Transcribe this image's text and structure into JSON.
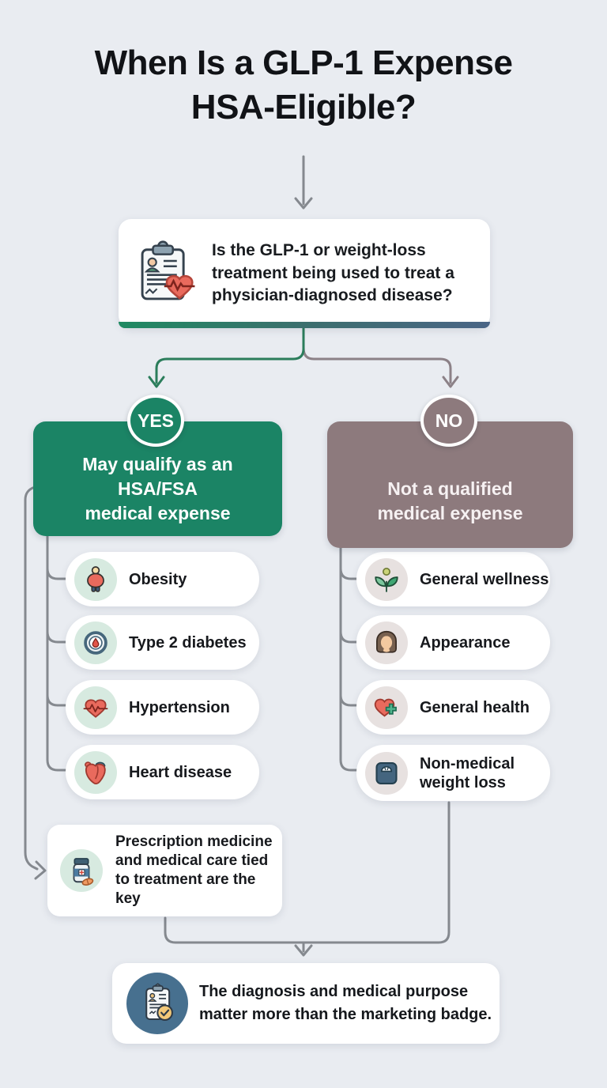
{
  "title": {
    "line1": "When Is a GLP-1 Expense",
    "line2": "HSA-Eligible?"
  },
  "question_card": {
    "icon": "clipboard-heart-icon",
    "text": "Is the GLP-1 or weight-loss treatment being used to treat a physician-diagnosed disease?",
    "lines": [
      "Is the GLP-1 or weight-loss",
      "treatment being used to treat a",
      "physician-diagnosed disease?"
    ]
  },
  "yes_branch": {
    "badge": "YES",
    "box_text": "May qualify as an HSA/FSA medical expense",
    "box_lines": [
      "May qualify as an",
      "HSA/FSA",
      "medical expense"
    ],
    "color": "#1b8465",
    "items": [
      {
        "label": "Obesity",
        "icon": "obesity-icon"
      },
      {
        "label": "Type 2 diabetes",
        "icon": "diabetes-drop-icon"
      },
      {
        "label": "Hypertension",
        "icon": "heart-pulse-icon"
      },
      {
        "label": "Heart disease",
        "icon": "anatomical-heart-icon"
      }
    ]
  },
  "no_branch": {
    "badge": "NO",
    "box_text": "Not a qualified medical expense",
    "box_lines": [
      "Not a qualified",
      "medical expense"
    ],
    "color": "#8d7a7d",
    "items": [
      {
        "label": "General wellness",
        "icon": "plant-sprout-icon"
      },
      {
        "label": "Appearance",
        "icon": "woman-face-icon"
      },
      {
        "label": "General health",
        "icon": "heart-cross-icon"
      },
      {
        "label": "Non-medical weight loss",
        "icon": "weighing-scale-icon"
      }
    ]
  },
  "key_card": {
    "icon": "pill-bottle-icon",
    "text": "Prescription medicine and medical care tied to treatment are the key",
    "lines": [
      "Prescription medicine",
      "and medical care tied",
      "to treatment are the",
      "key"
    ]
  },
  "conclusion_card": {
    "icon": "clipboard-check-icon",
    "text": "The diagnosis and medical purpose matter more than the marketing badge.",
    "lines": [
      "The diagnosis and medical purpose",
      "matter more than the marketing badge."
    ]
  },
  "colors": {
    "background": "#e9ecf1",
    "yes_green": "#1b8465",
    "no_mauve": "#8d7a7d",
    "connector_gray": "#85898f",
    "branch_green": "#2b7d5b",
    "branch_mauve": "#8c8187",
    "strip_gradient": [
      "#1f8a62",
      "#4a6586"
    ],
    "mint_icon_bg": "#d7eae0",
    "taupe_icon_bg": "#e7e1e0",
    "conclusion_icon_bg": "#47708f"
  }
}
